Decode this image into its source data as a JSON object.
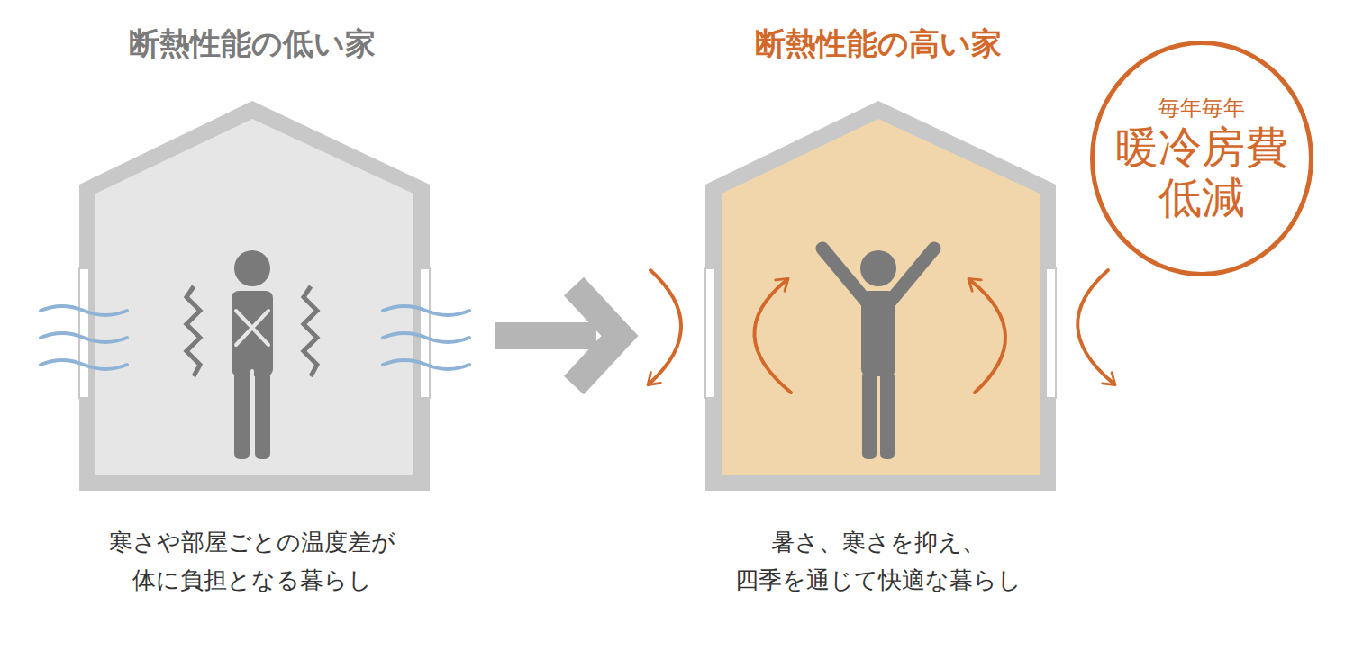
{
  "diagram": {
    "nodes": [
      {
        "text": [
          "断熱性能の低い家",
          "寒さや部屋ごとの温度差が 体に負担となる暮らし"
        ]
      },
      {
        "text": [
          "断熱性能の高い家",
          "暑さ、寒さを抑え、 四季を通じて快適な暮らし"
        ]
      },
      {
        "text": [
          "毎年毎年",
          "暖冷房費 低減"
        ]
      }
    ],
    "edges": [
      {
        "from": 0,
        "to": 1,
        "arrow": "to"
      }
    ]
  }
}
